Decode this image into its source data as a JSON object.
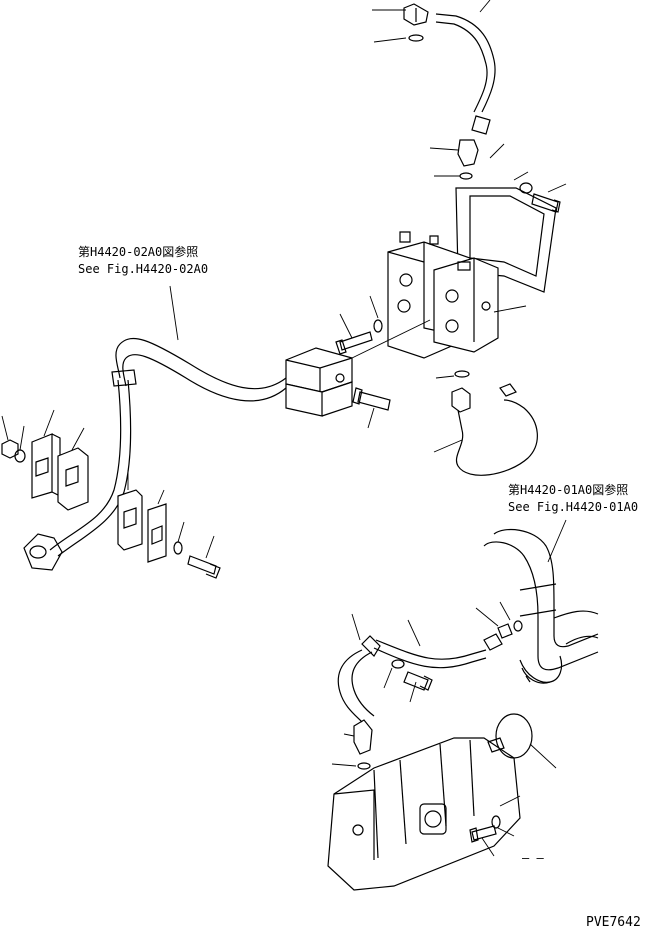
{
  "references": [
    {
      "jp": "第H4420-02A0図参照",
      "en": "See Fig.H4420-02A0"
    },
    {
      "jp": "第H4420-01A0図参照",
      "en": "See Fig.H4420-01A0"
    }
  ],
  "drawing_code": "PVE7642",
  "dash_mark": "— —"
}
